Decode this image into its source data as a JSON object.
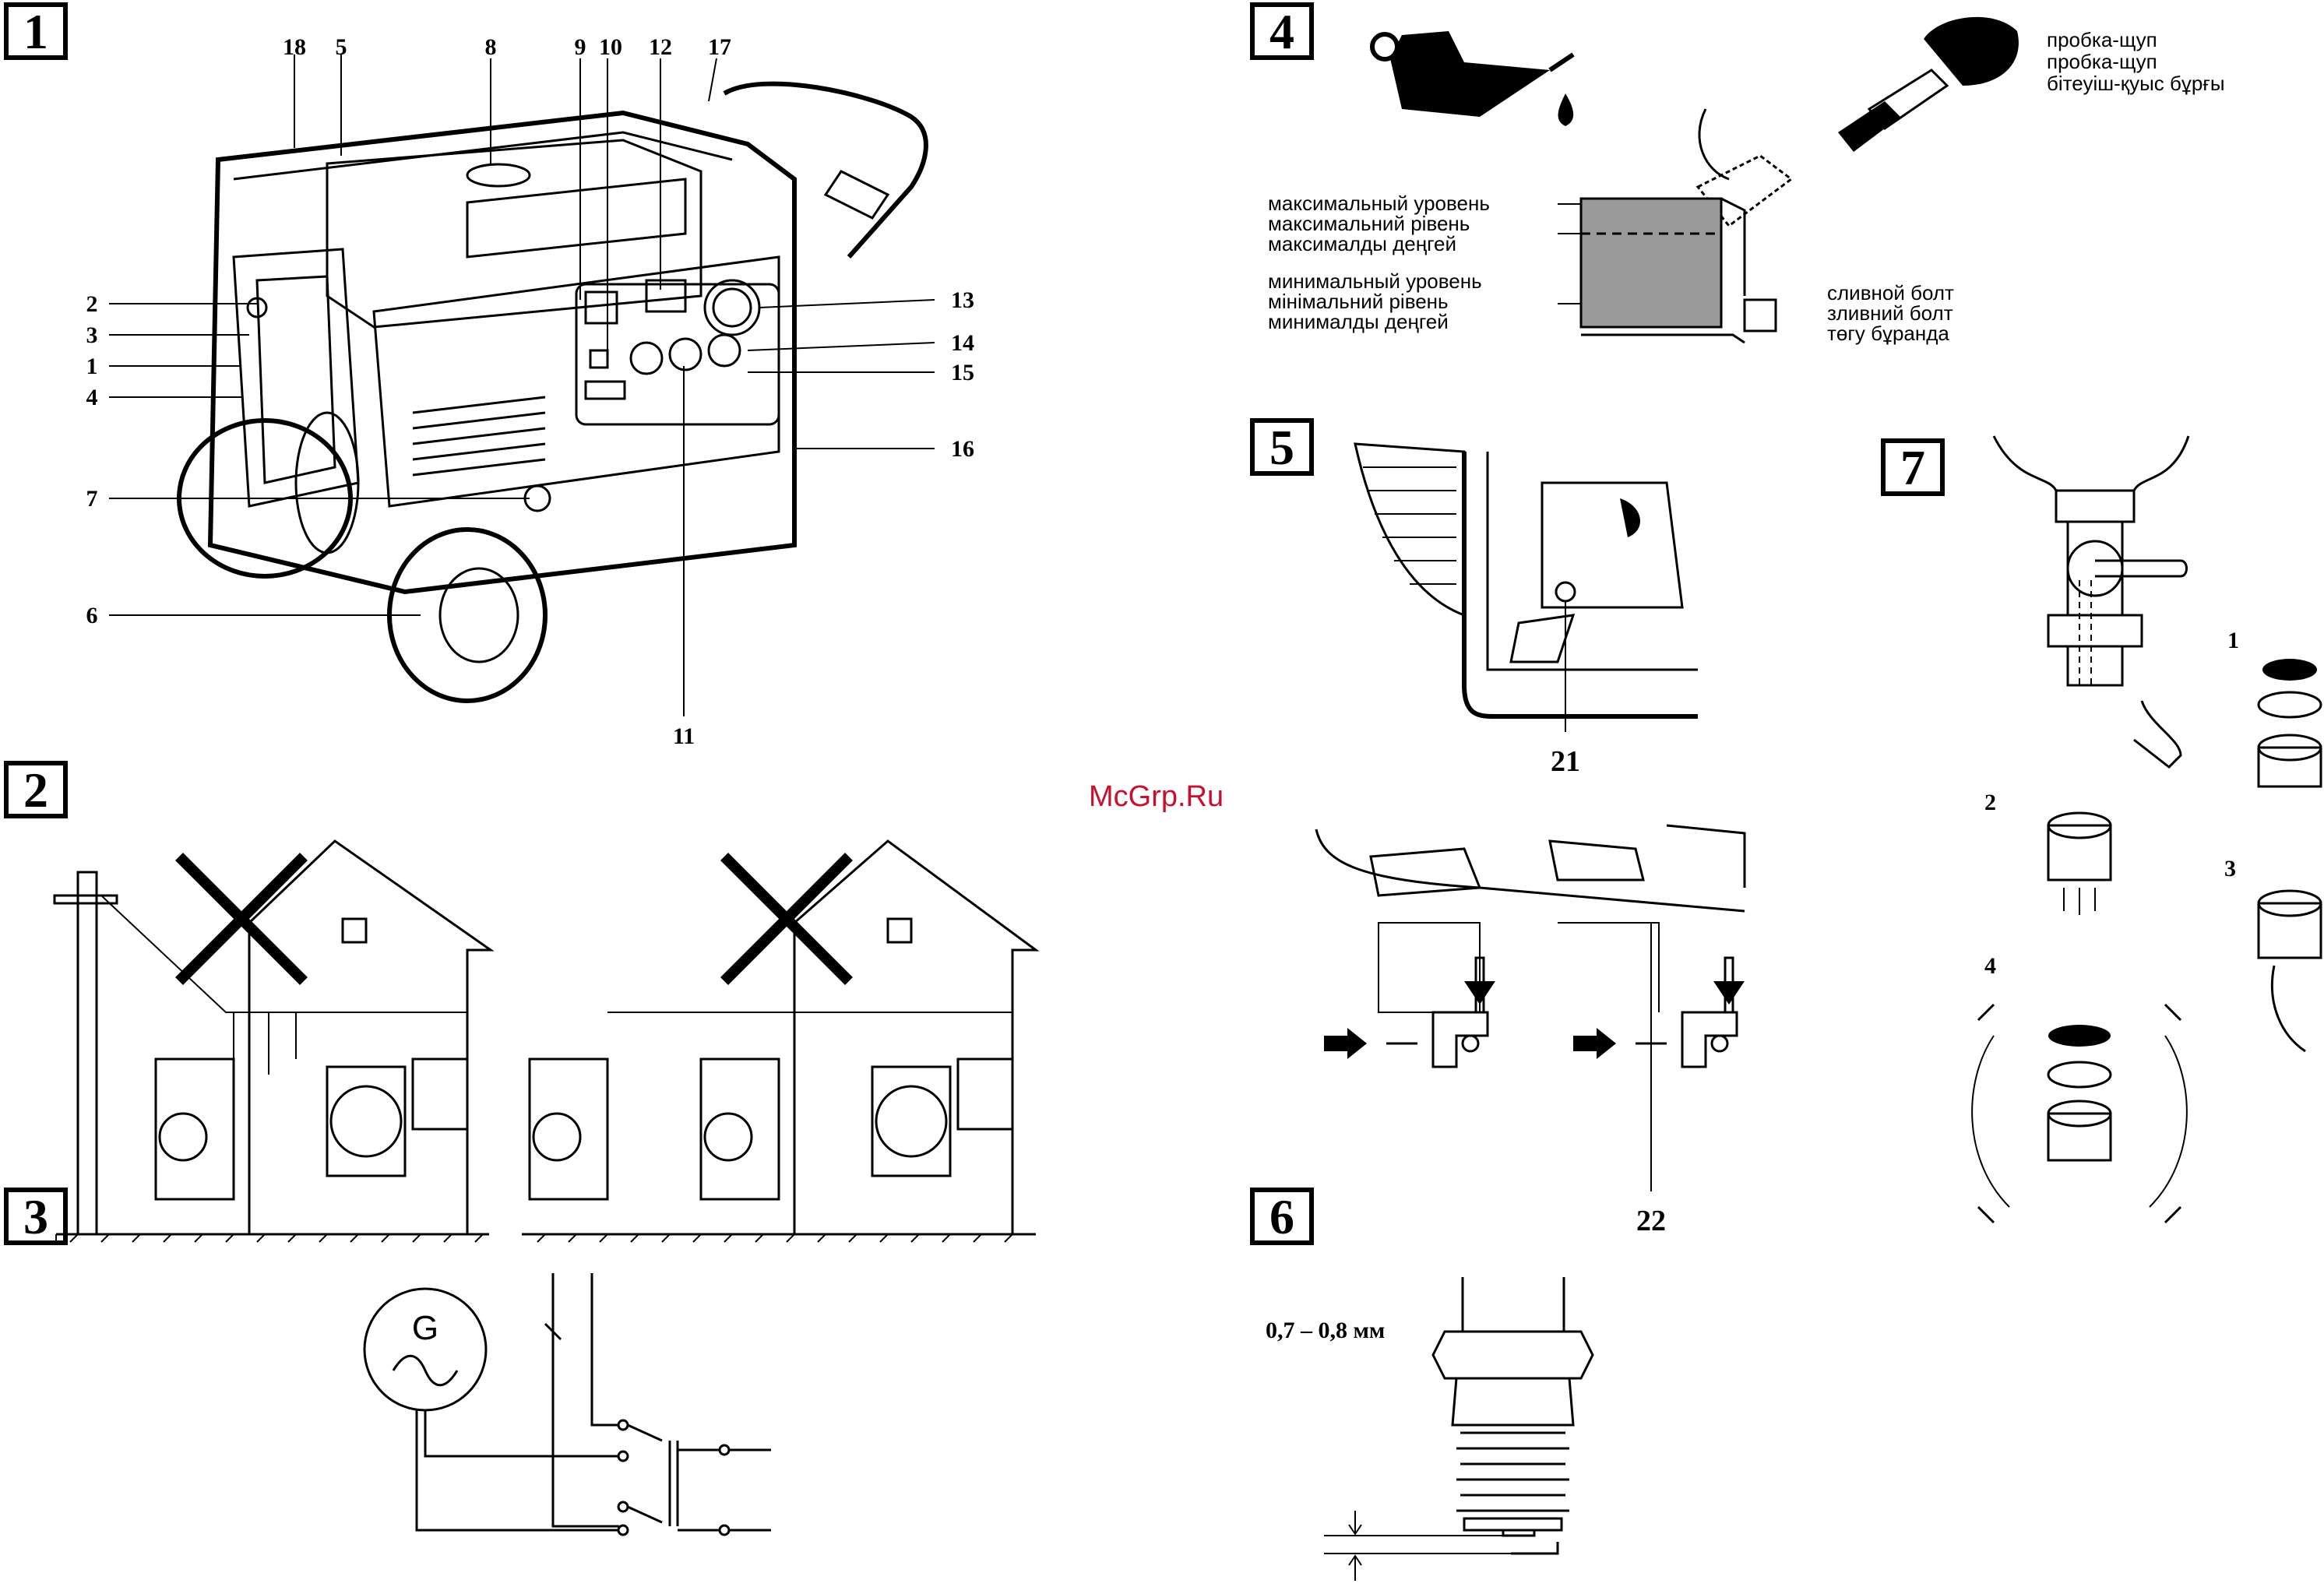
{
  "watermark": "McGrp.Ru",
  "figures": {
    "f1": "1",
    "f2": "2",
    "f3": "3",
    "f4": "4",
    "f5": "5",
    "f6": "6",
    "f7": "7"
  },
  "fig1_callouts": {
    "c18": "18",
    "c5": "5",
    "c8": "8",
    "c9": "9",
    "c10": "10",
    "c12": "12",
    "c17": "17",
    "c2": "2",
    "c3": "3",
    "c1": "1",
    "c4": "4",
    "c7": "7",
    "c6": "6",
    "c13": "13",
    "c14": "14",
    "c15": "15",
    "c16": "16",
    "c11": "11"
  },
  "fig3": {
    "generator_letter": "G"
  },
  "fig4": {
    "plug": [
      "пробка-щуп",
      "пробка-щуп",
      "бітеуіш-қуыс бұрғы"
    ],
    "max_level": [
      "максимальный уровень",
      "максимальний рівень",
      "максималды деңгей"
    ],
    "min_level": [
      "минимальный уровень",
      "мінімальний рівень",
      "минималды деңгей"
    ],
    "drain_bolt": [
      "сливной болт",
      "зливний болт",
      "төгу бұранда"
    ]
  },
  "fig5": {
    "c21": "21",
    "c22": "22"
  },
  "fig6": {
    "gap_label": "0,7 – 0,8 мм"
  },
  "fig7": {
    "s1": "1",
    "s2": "2",
    "s3": "3",
    "s4": "4"
  },
  "colors": {
    "ink": "#000000",
    "watermark": "#c8102e",
    "oil_fill": "#9a9a9a"
  }
}
